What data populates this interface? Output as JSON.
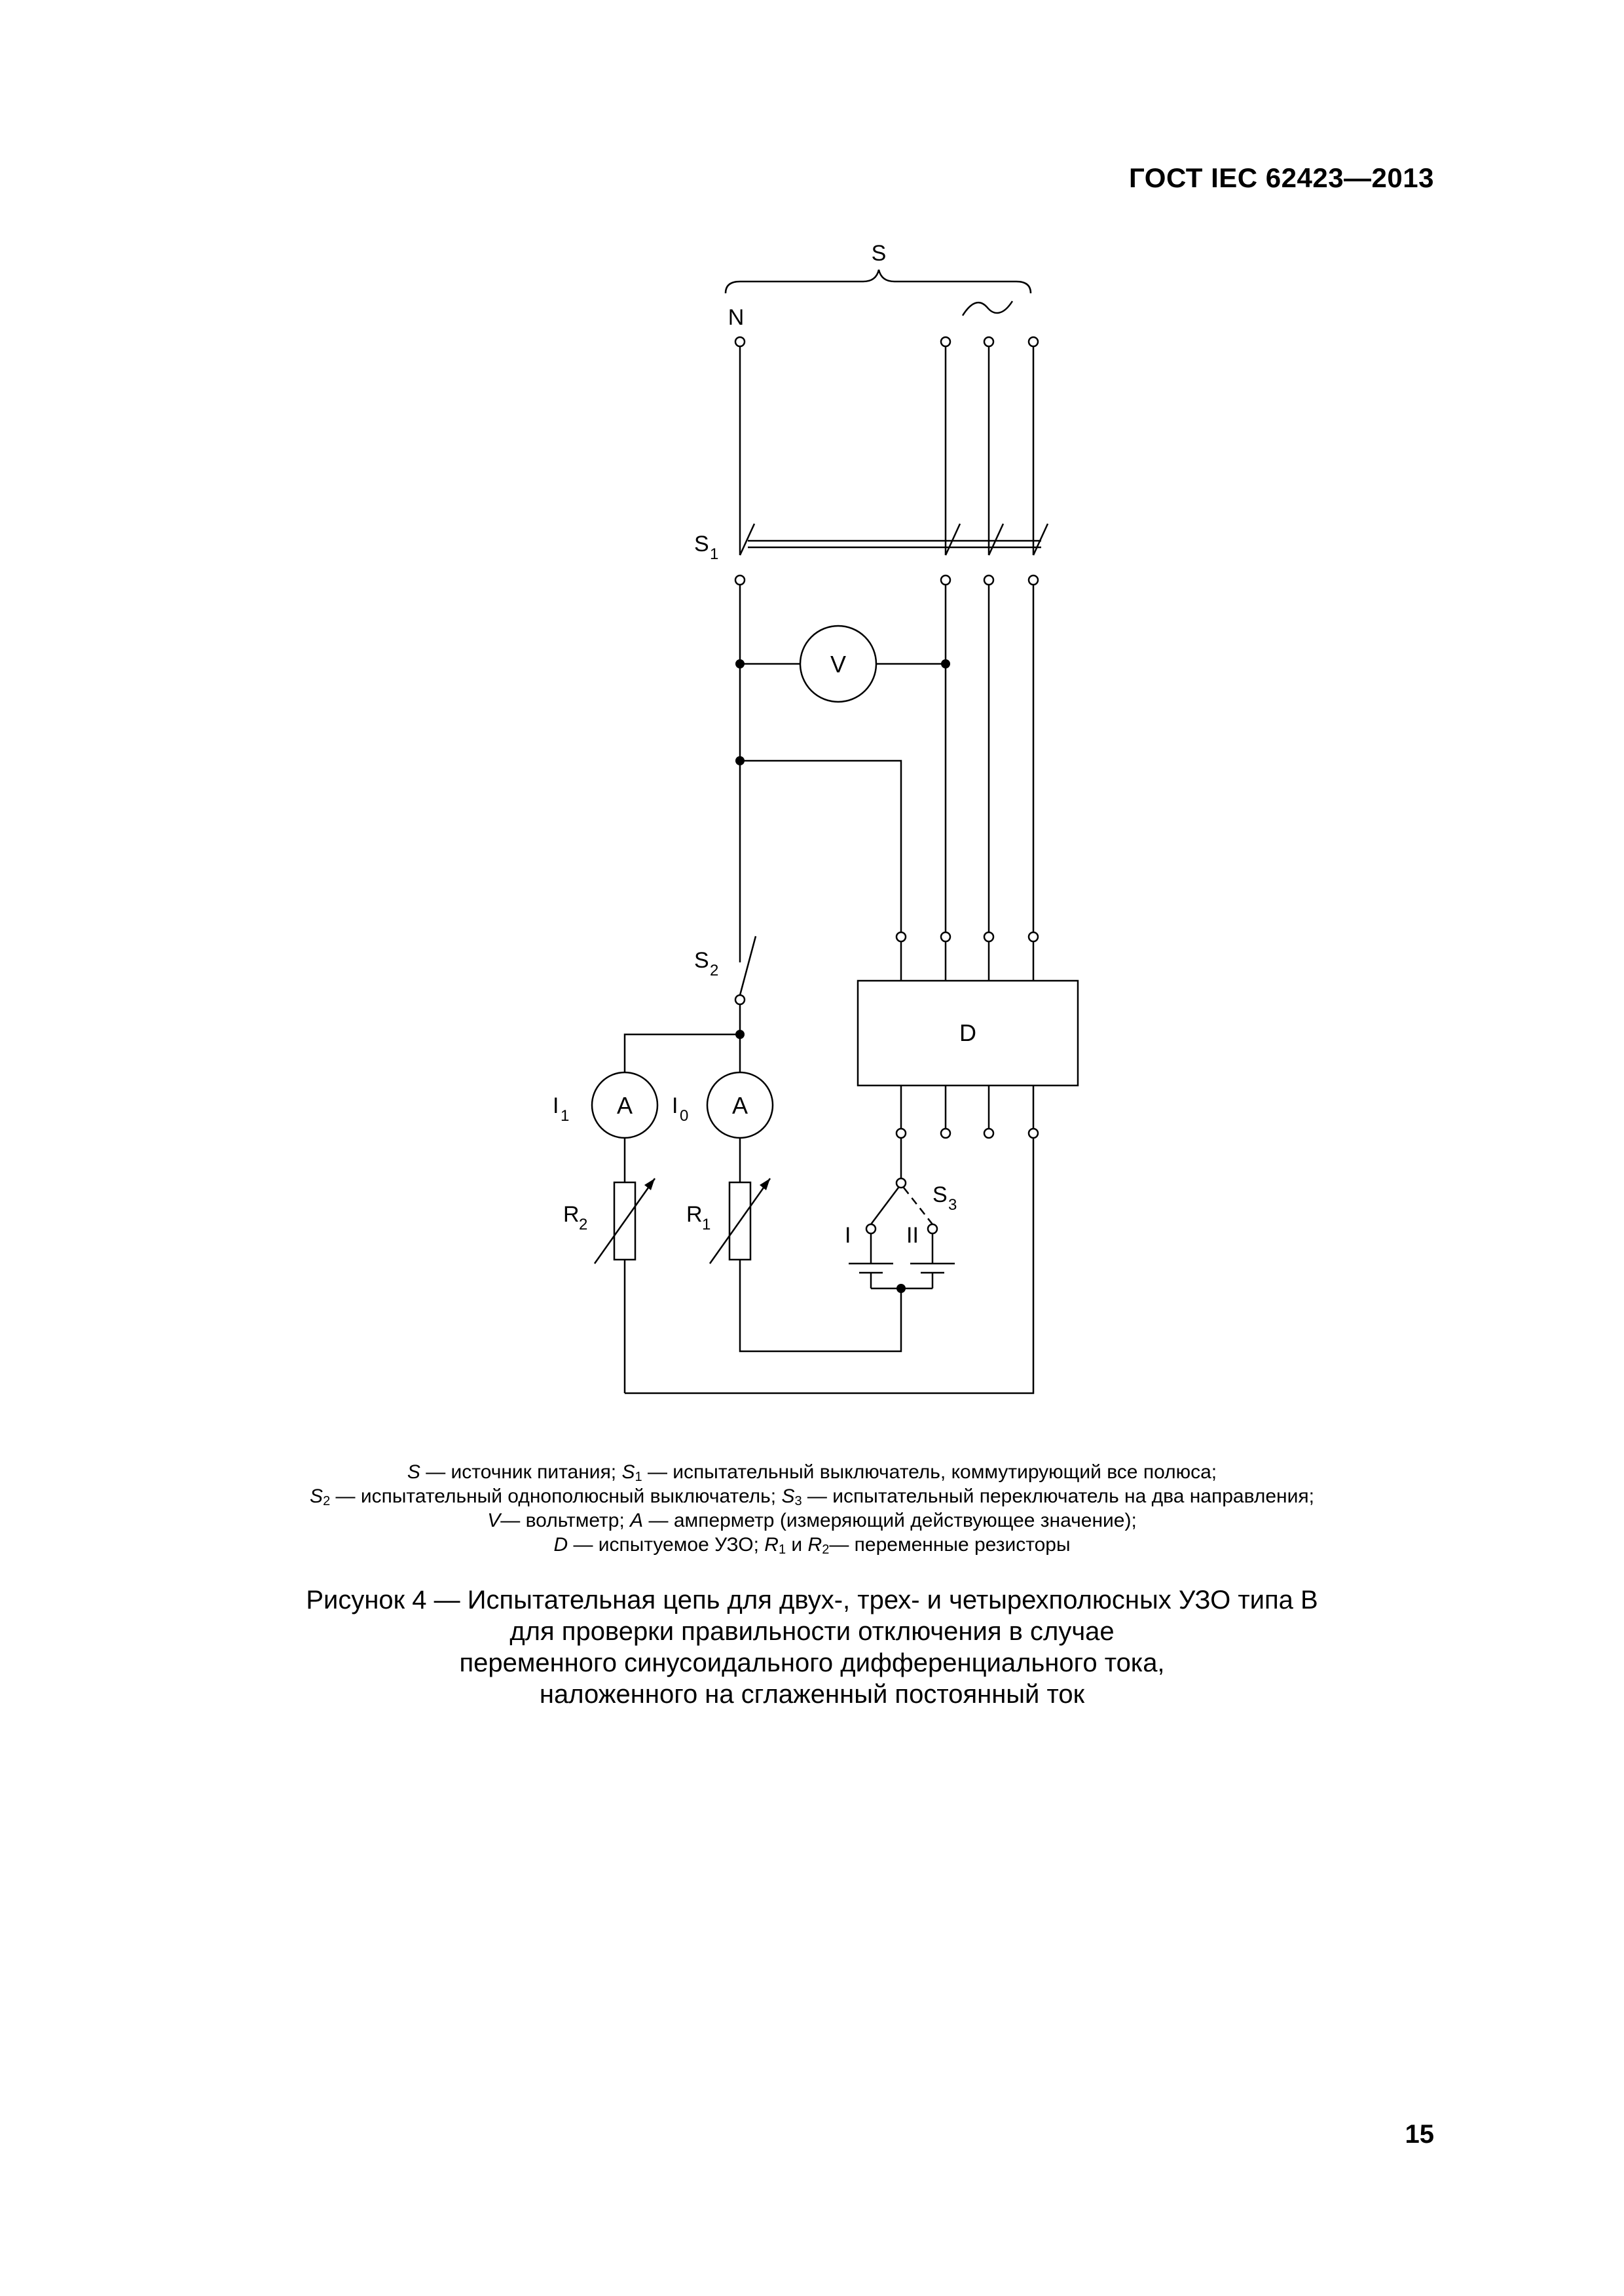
{
  "header": {
    "standard": "ГОСТ IEC 62423—2013"
  },
  "diagram": {
    "labels": {
      "source": "S",
      "neutral": "N",
      "ac": "∼",
      "s1": "S",
      "s1_sub": "1",
      "s2": "S",
      "s2_sub": "2",
      "s3": "S",
      "s3_sub": "3",
      "voltmeter": "V",
      "device": "D",
      "ammeter1": "A",
      "ammeter0": "A",
      "i1": "I",
      "i1_sub": "1",
      "i0": "I",
      "i0_sub": "0",
      "r2": "R",
      "r2_sub": "2",
      "r1": "R",
      "r1_sub": "1",
      "pos1": "I",
      "pos2": "II"
    }
  },
  "legend": {
    "l1_a": "S",
    "l1_b": " — источник питания; ",
    "l1_c": "S",
    "l1_c_sub": "1",
    "l1_d": " — испытательный выключатель, коммутирующий все полюса;",
    "l2_a": "S",
    "l2_a_sub": "2",
    "l2_b": " — испытательный однополюсный выключатель; ",
    "l2_c": "S",
    "l2_c_sub": "3",
    "l2_d": " — испытательный переключатель на два направления;",
    "l3_a": "V",
    "l3_b": "— вольтметр; ",
    "l3_c": "A",
    "l3_d": " — амперметр (измеряющий действующее значение);",
    "l4_a": "D",
    "l4_b": " — испытуемое УЗО; ",
    "l4_c": "R",
    "l4_c_sub": "1",
    "l4_d": " и ",
    "l4_e": "R",
    "l4_e_sub": "2",
    "l4_f": "— переменные резисторы"
  },
  "caption": {
    "line1": "Рисунок 4 — Испытательная цепь для двух-, трех- и четырехполюсных УЗО типа B",
    "line2": "для проверки правильности отключения в случае",
    "line3": "переменного синусоидального дифференциального тока,",
    "line4": "наложенного на сглаженный постоянный ток"
  },
  "page_number": "15"
}
